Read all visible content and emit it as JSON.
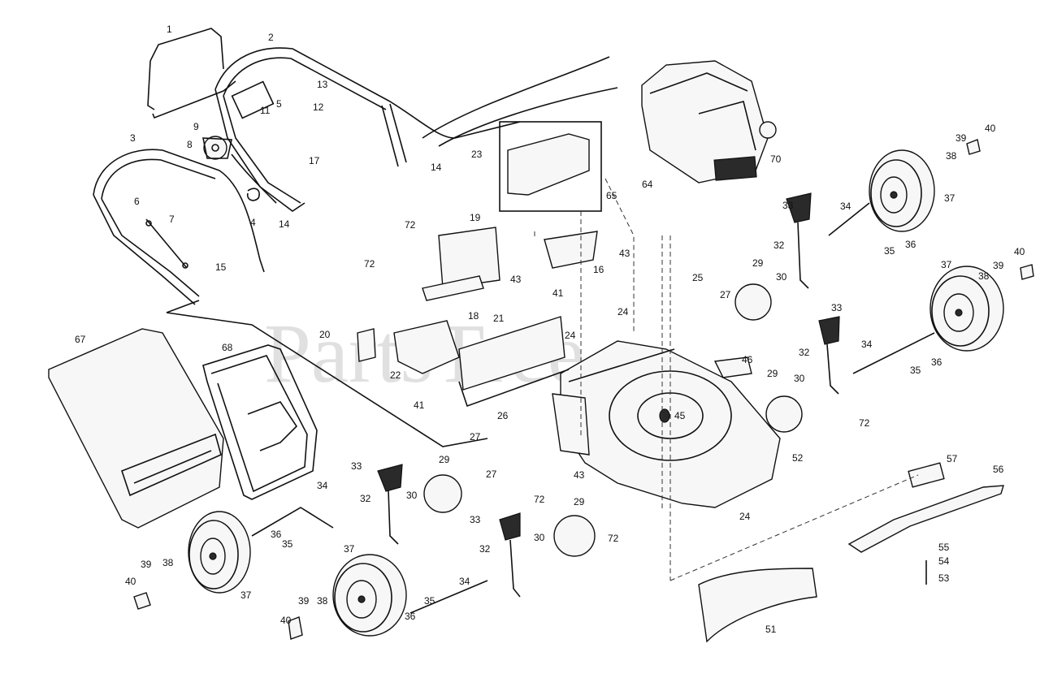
{
  "watermark": "PartsTree",
  "callouts": [
    {
      "id": "c1",
      "label": "1"
    },
    {
      "id": "c2",
      "label": "2"
    },
    {
      "id": "c3",
      "label": "3"
    },
    {
      "id": "c4",
      "label": "4"
    },
    {
      "id": "c5",
      "label": "5"
    },
    {
      "id": "c6",
      "label": "6"
    },
    {
      "id": "c7",
      "label": "7"
    },
    {
      "id": "c8",
      "label": "8"
    },
    {
      "id": "c9",
      "label": "9"
    },
    {
      "id": "c11",
      "label": "11"
    },
    {
      "id": "c12",
      "label": "12"
    },
    {
      "id": "c13",
      "label": "13"
    },
    {
      "id": "c14a",
      "label": "14"
    },
    {
      "id": "c14b",
      "label": "14"
    },
    {
      "id": "c15",
      "label": "15"
    },
    {
      "id": "c16",
      "label": "16"
    },
    {
      "id": "c17",
      "label": "17"
    },
    {
      "id": "c18",
      "label": "18"
    },
    {
      "id": "c19",
      "label": "19"
    },
    {
      "id": "c20",
      "label": "20"
    },
    {
      "id": "c21",
      "label": "21"
    },
    {
      "id": "c22",
      "label": "22"
    },
    {
      "id": "c23",
      "label": "23"
    },
    {
      "id": "c24a",
      "label": "24"
    },
    {
      "id": "c24b",
      "label": "24"
    },
    {
      "id": "c24c",
      "label": "24"
    },
    {
      "id": "c25",
      "label": "25"
    },
    {
      "id": "c26",
      "label": "26"
    },
    {
      "id": "c27a",
      "label": "27"
    },
    {
      "id": "c27b",
      "label": "27"
    },
    {
      "id": "c27c",
      "label": "27"
    },
    {
      "id": "c29a",
      "label": "29"
    },
    {
      "id": "c29b",
      "label": "29"
    },
    {
      "id": "c29c",
      "label": "29"
    },
    {
      "id": "c29d",
      "label": "29"
    },
    {
      "id": "c30a",
      "label": "30"
    },
    {
      "id": "c30b",
      "label": "30"
    },
    {
      "id": "c30c",
      "label": "30"
    },
    {
      "id": "c30d",
      "label": "30"
    },
    {
      "id": "c32a",
      "label": "32"
    },
    {
      "id": "c32b",
      "label": "32"
    },
    {
      "id": "c32c",
      "label": "32"
    },
    {
      "id": "c32d",
      "label": "32"
    },
    {
      "id": "c33a",
      "label": "33"
    },
    {
      "id": "c33b",
      "label": "33"
    },
    {
      "id": "c33c",
      "label": "33"
    },
    {
      "id": "c33d",
      "label": "33"
    },
    {
      "id": "c34a",
      "label": "34"
    },
    {
      "id": "c34b",
      "label": "34"
    },
    {
      "id": "c34c",
      "label": "34"
    },
    {
      "id": "c34d",
      "label": "34"
    },
    {
      "id": "c35a",
      "label": "35"
    },
    {
      "id": "c35b",
      "label": "35"
    },
    {
      "id": "c35c",
      "label": "35"
    },
    {
      "id": "c35d",
      "label": "35"
    },
    {
      "id": "c36a",
      "label": "36"
    },
    {
      "id": "c36b",
      "label": "36"
    },
    {
      "id": "c36c",
      "label": "36"
    },
    {
      "id": "c36d",
      "label": "36"
    },
    {
      "id": "c37a",
      "label": "37"
    },
    {
      "id": "c37b",
      "label": "37"
    },
    {
      "id": "c37c",
      "label": "37"
    },
    {
      "id": "c37d",
      "label": "37"
    },
    {
      "id": "c38a",
      "label": "38"
    },
    {
      "id": "c38b",
      "label": "38"
    },
    {
      "id": "c38c",
      "label": "38"
    },
    {
      "id": "c38d",
      "label": "38"
    },
    {
      "id": "c39a",
      "label": "39"
    },
    {
      "id": "c39b",
      "label": "39"
    },
    {
      "id": "c39c",
      "label": "39"
    },
    {
      "id": "c39d",
      "label": "39"
    },
    {
      "id": "c40a",
      "label": "40"
    },
    {
      "id": "c40b",
      "label": "40"
    },
    {
      "id": "c40c",
      "label": "40"
    },
    {
      "id": "c40d",
      "label": "40"
    },
    {
      "id": "c41a",
      "label": "41"
    },
    {
      "id": "c41b",
      "label": "41"
    },
    {
      "id": "c43a",
      "label": "43"
    },
    {
      "id": "c43b",
      "label": "43"
    },
    {
      "id": "c43c",
      "label": "43"
    },
    {
      "id": "c45",
      "label": "45"
    },
    {
      "id": "c46",
      "label": "46"
    },
    {
      "id": "c51",
      "label": "51"
    },
    {
      "id": "c52",
      "label": "52"
    },
    {
      "id": "c53",
      "label": "53"
    },
    {
      "id": "c54",
      "label": "54"
    },
    {
      "id": "c55",
      "label": "55"
    },
    {
      "id": "c56",
      "label": "56"
    },
    {
      "id": "c57",
      "label": "57"
    },
    {
      "id": "c64",
      "label": "64"
    },
    {
      "id": "c65",
      "label": "65"
    },
    {
      "id": "c67",
      "label": "67"
    },
    {
      "id": "c68",
      "label": "68"
    },
    {
      "id": "c70",
      "label": "70"
    },
    {
      "id": "c72a",
      "label": "72"
    },
    {
      "id": "c72b",
      "label": "72"
    },
    {
      "id": "c72c",
      "label": "72"
    },
    {
      "id": "c72d",
      "label": "72"
    },
    {
      "id": "c72e",
      "label": "72"
    }
  ]
}
